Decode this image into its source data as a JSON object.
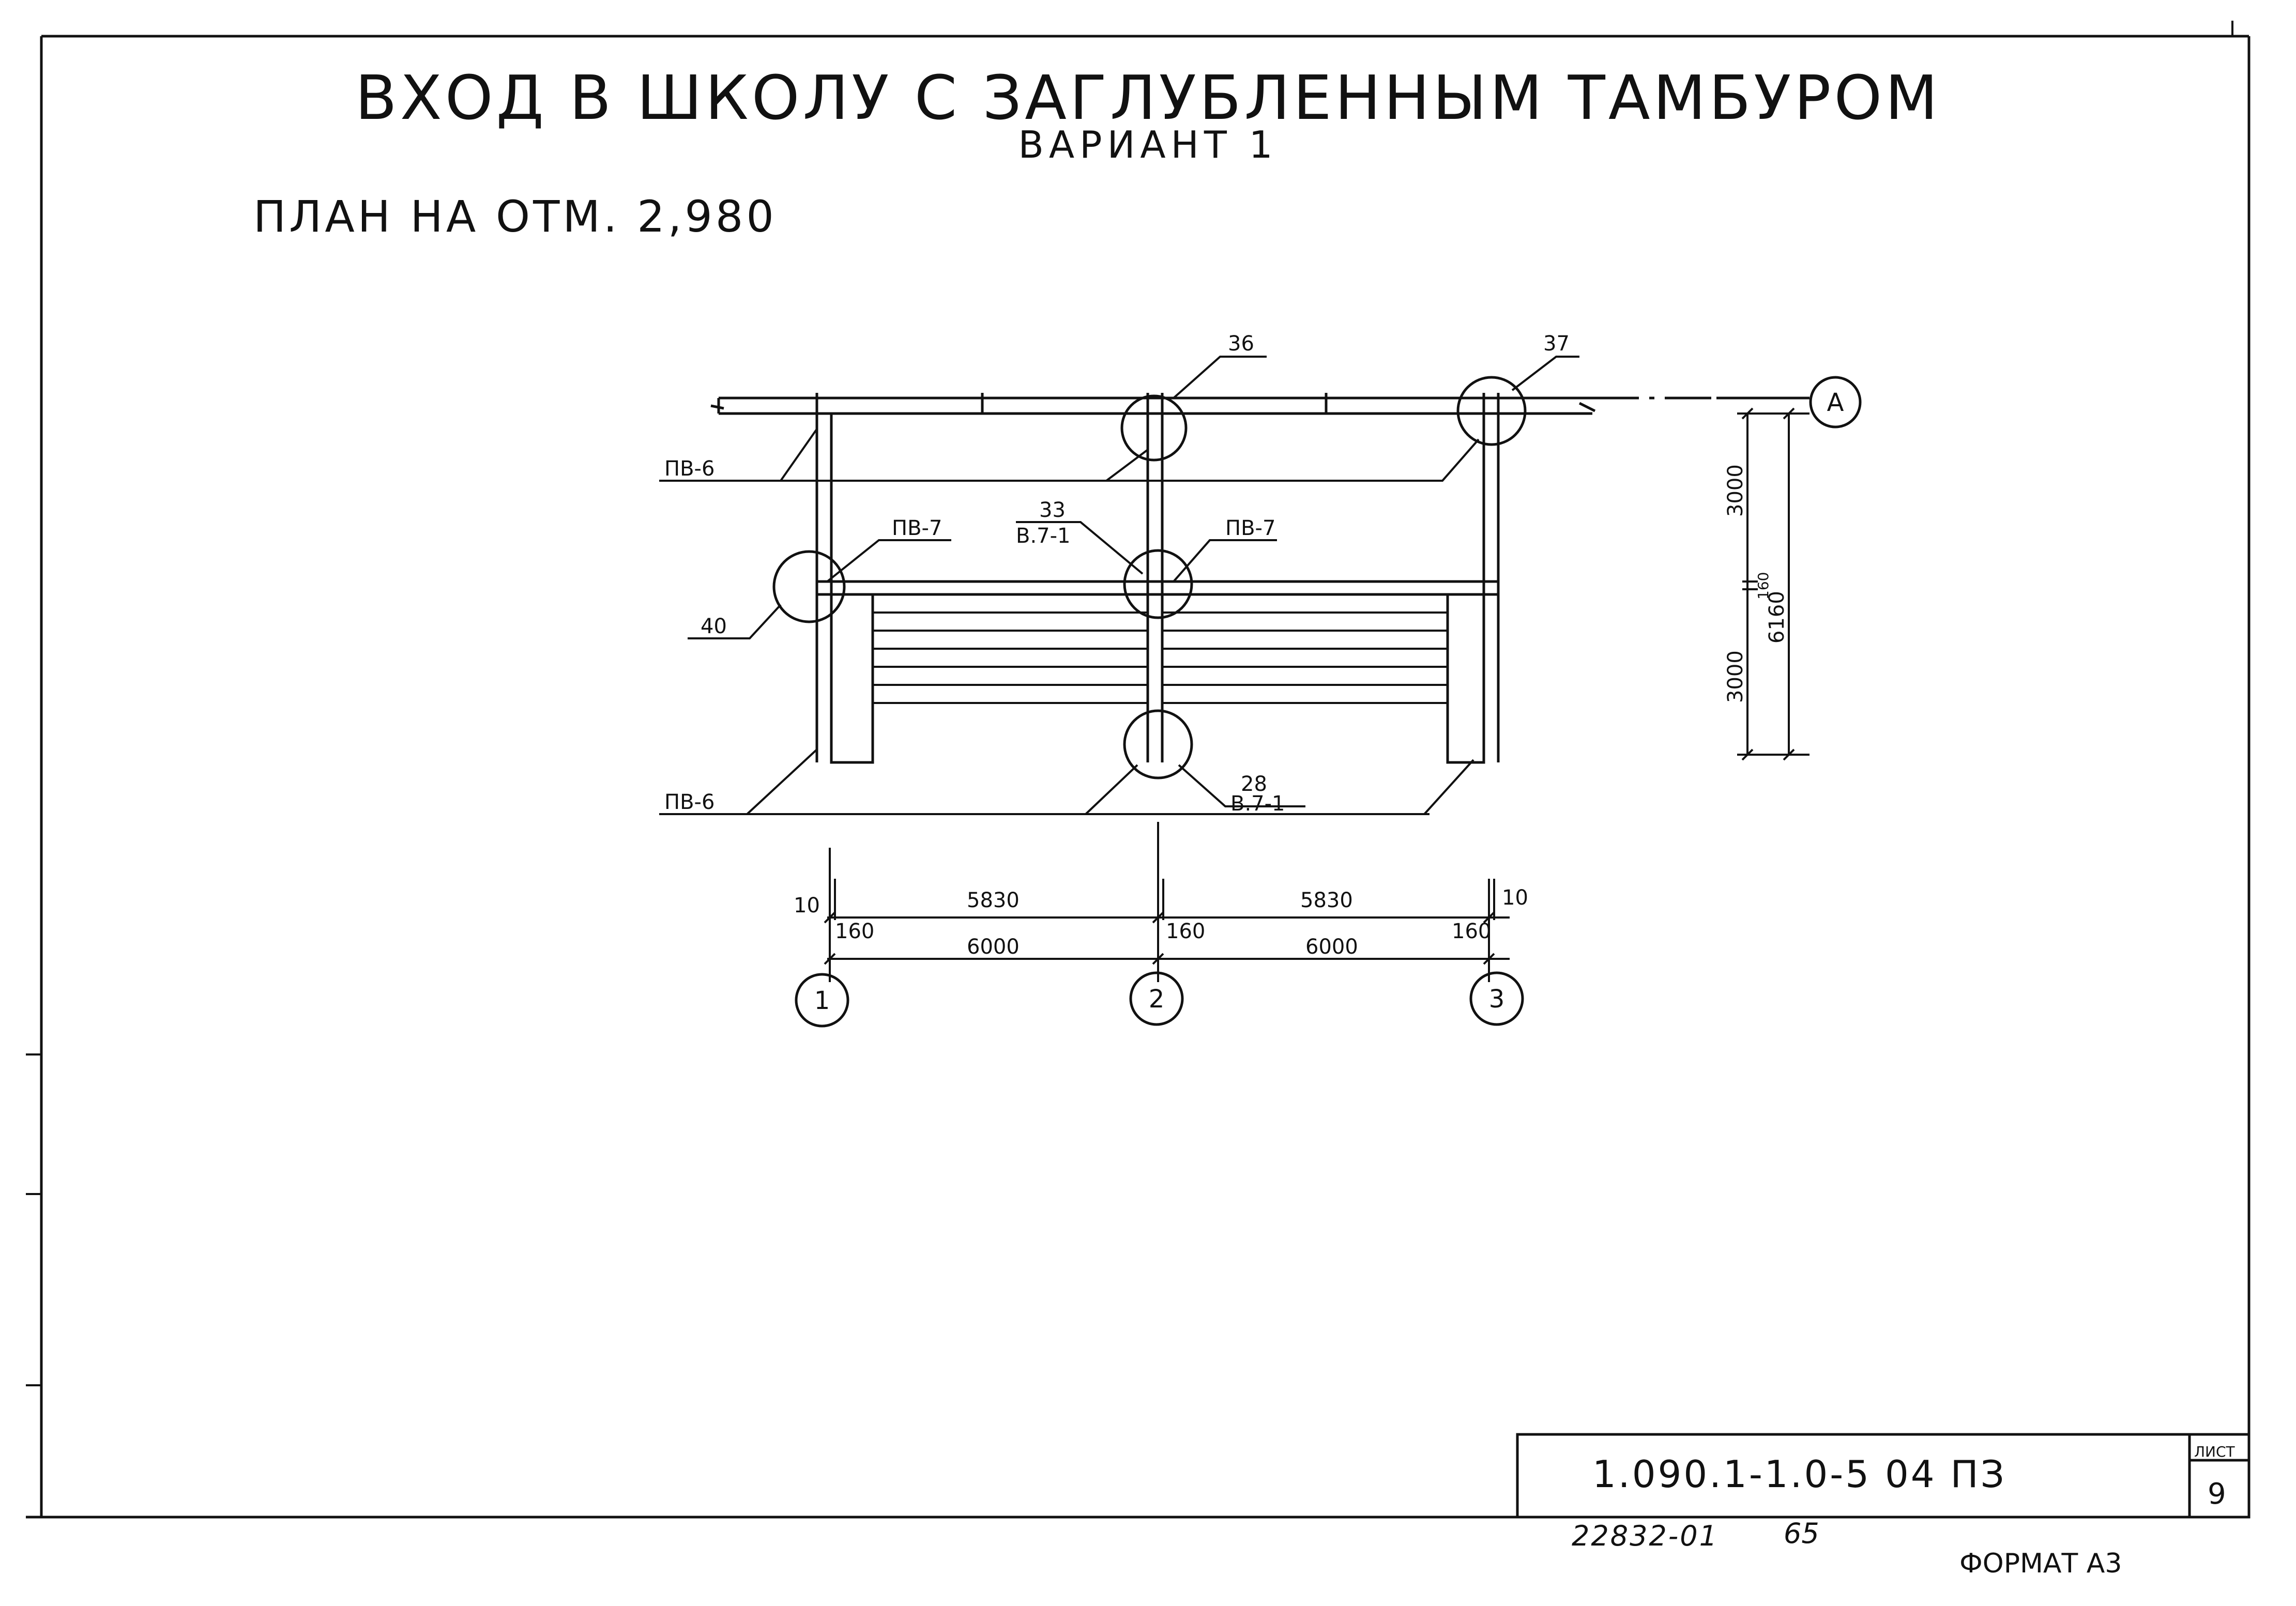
{
  "title": {
    "main": "ВХОД В ШКОЛУ С ЗАГЛУБЛЕННЫМ ТАМБУРОМ",
    "variant": "ВАРИАНТ 1"
  },
  "plan_title": "ПЛАН НА ОТМ. 2,980",
  "callouts": {
    "c36": "36",
    "c37": "37",
    "c33": "33",
    "c33_sub": "В.7-1",
    "c40": "40",
    "c28": "28",
    "c28_sub": "В.7-1"
  },
  "members": {
    "pv6_upper": "ПВ-6",
    "pv7_left": "ПВ-7",
    "pv7_mid": "ПВ-7",
    "pv6_lower": "ПВ-6"
  },
  "axes": {
    "a1": "1",
    "a2": "2",
    "a3": "3",
    "aA": "А"
  },
  "dimensions": {
    "d10_left": "10",
    "d10_right": "10",
    "d5830_1": "5830",
    "d5830_2": "5830",
    "d160_1": "160",
    "d160_2": "160",
    "d160_3": "160",
    "d6000_1": "6000",
    "d6000_2": "6000",
    "v3000_top": "3000",
    "v160": "160",
    "v3000_bottom": "3000",
    "v6160": "6160"
  },
  "stamp": {
    "code": "1.090.1-1.0-5   04  ПЗ",
    "sheet_label": "ЛИСТ",
    "sheet_number": "9"
  },
  "footer": {
    "archive_code": "22832-01",
    "page": "65",
    "format": "ФОРМАТ А3"
  }
}
